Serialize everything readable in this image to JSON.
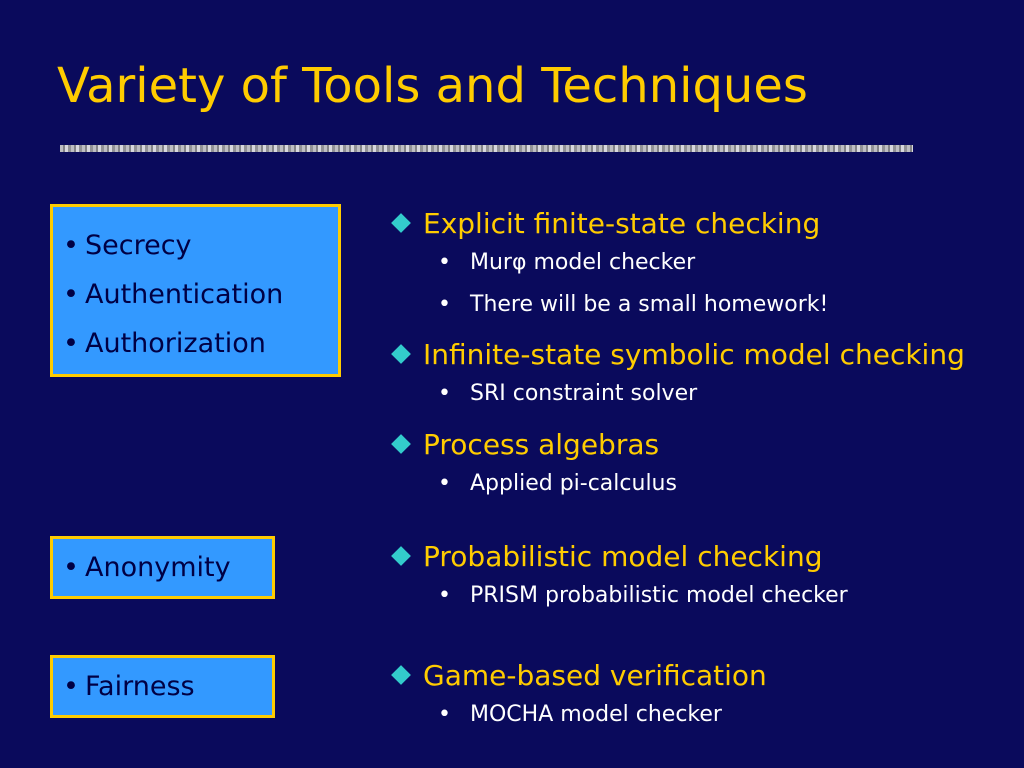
{
  "slide": {
    "title": "Variety of Tools and Techniques"
  },
  "boxes": [
    {
      "items": [
        "Secrecy",
        "Authentication",
        "Authorization"
      ]
    },
    {
      "items": [
        "Anonymity"
      ]
    },
    {
      "items": [
        "Fairness"
      ]
    }
  ],
  "topics": [
    {
      "heading": "Explicit finite-state checking",
      "subs": [
        "Murφ model checker",
        "There will be a small homework!"
      ]
    },
    {
      "heading": "Infinite-state symbolic model checking",
      "subs": [
        "SRI constraint solver"
      ]
    },
    {
      "heading": "Process algebras",
      "subs": [
        "Applied pi-calculus"
      ]
    },
    {
      "heading": "Probabilistic model checking",
      "subs": [
        "PRISM probabilistic model checker"
      ]
    },
    {
      "heading": "Game-based verification",
      "subs": [
        "MOCHA model checker"
      ]
    }
  ],
  "colors": {
    "background": "#0a0a5c",
    "title": "#ffcc00",
    "box_fill": "#3399ff",
    "box_border": "#ffcc00",
    "diamond": "#33cccc"
  },
  "icons": {
    "topic_marker": "diamond-bullet-icon"
  }
}
